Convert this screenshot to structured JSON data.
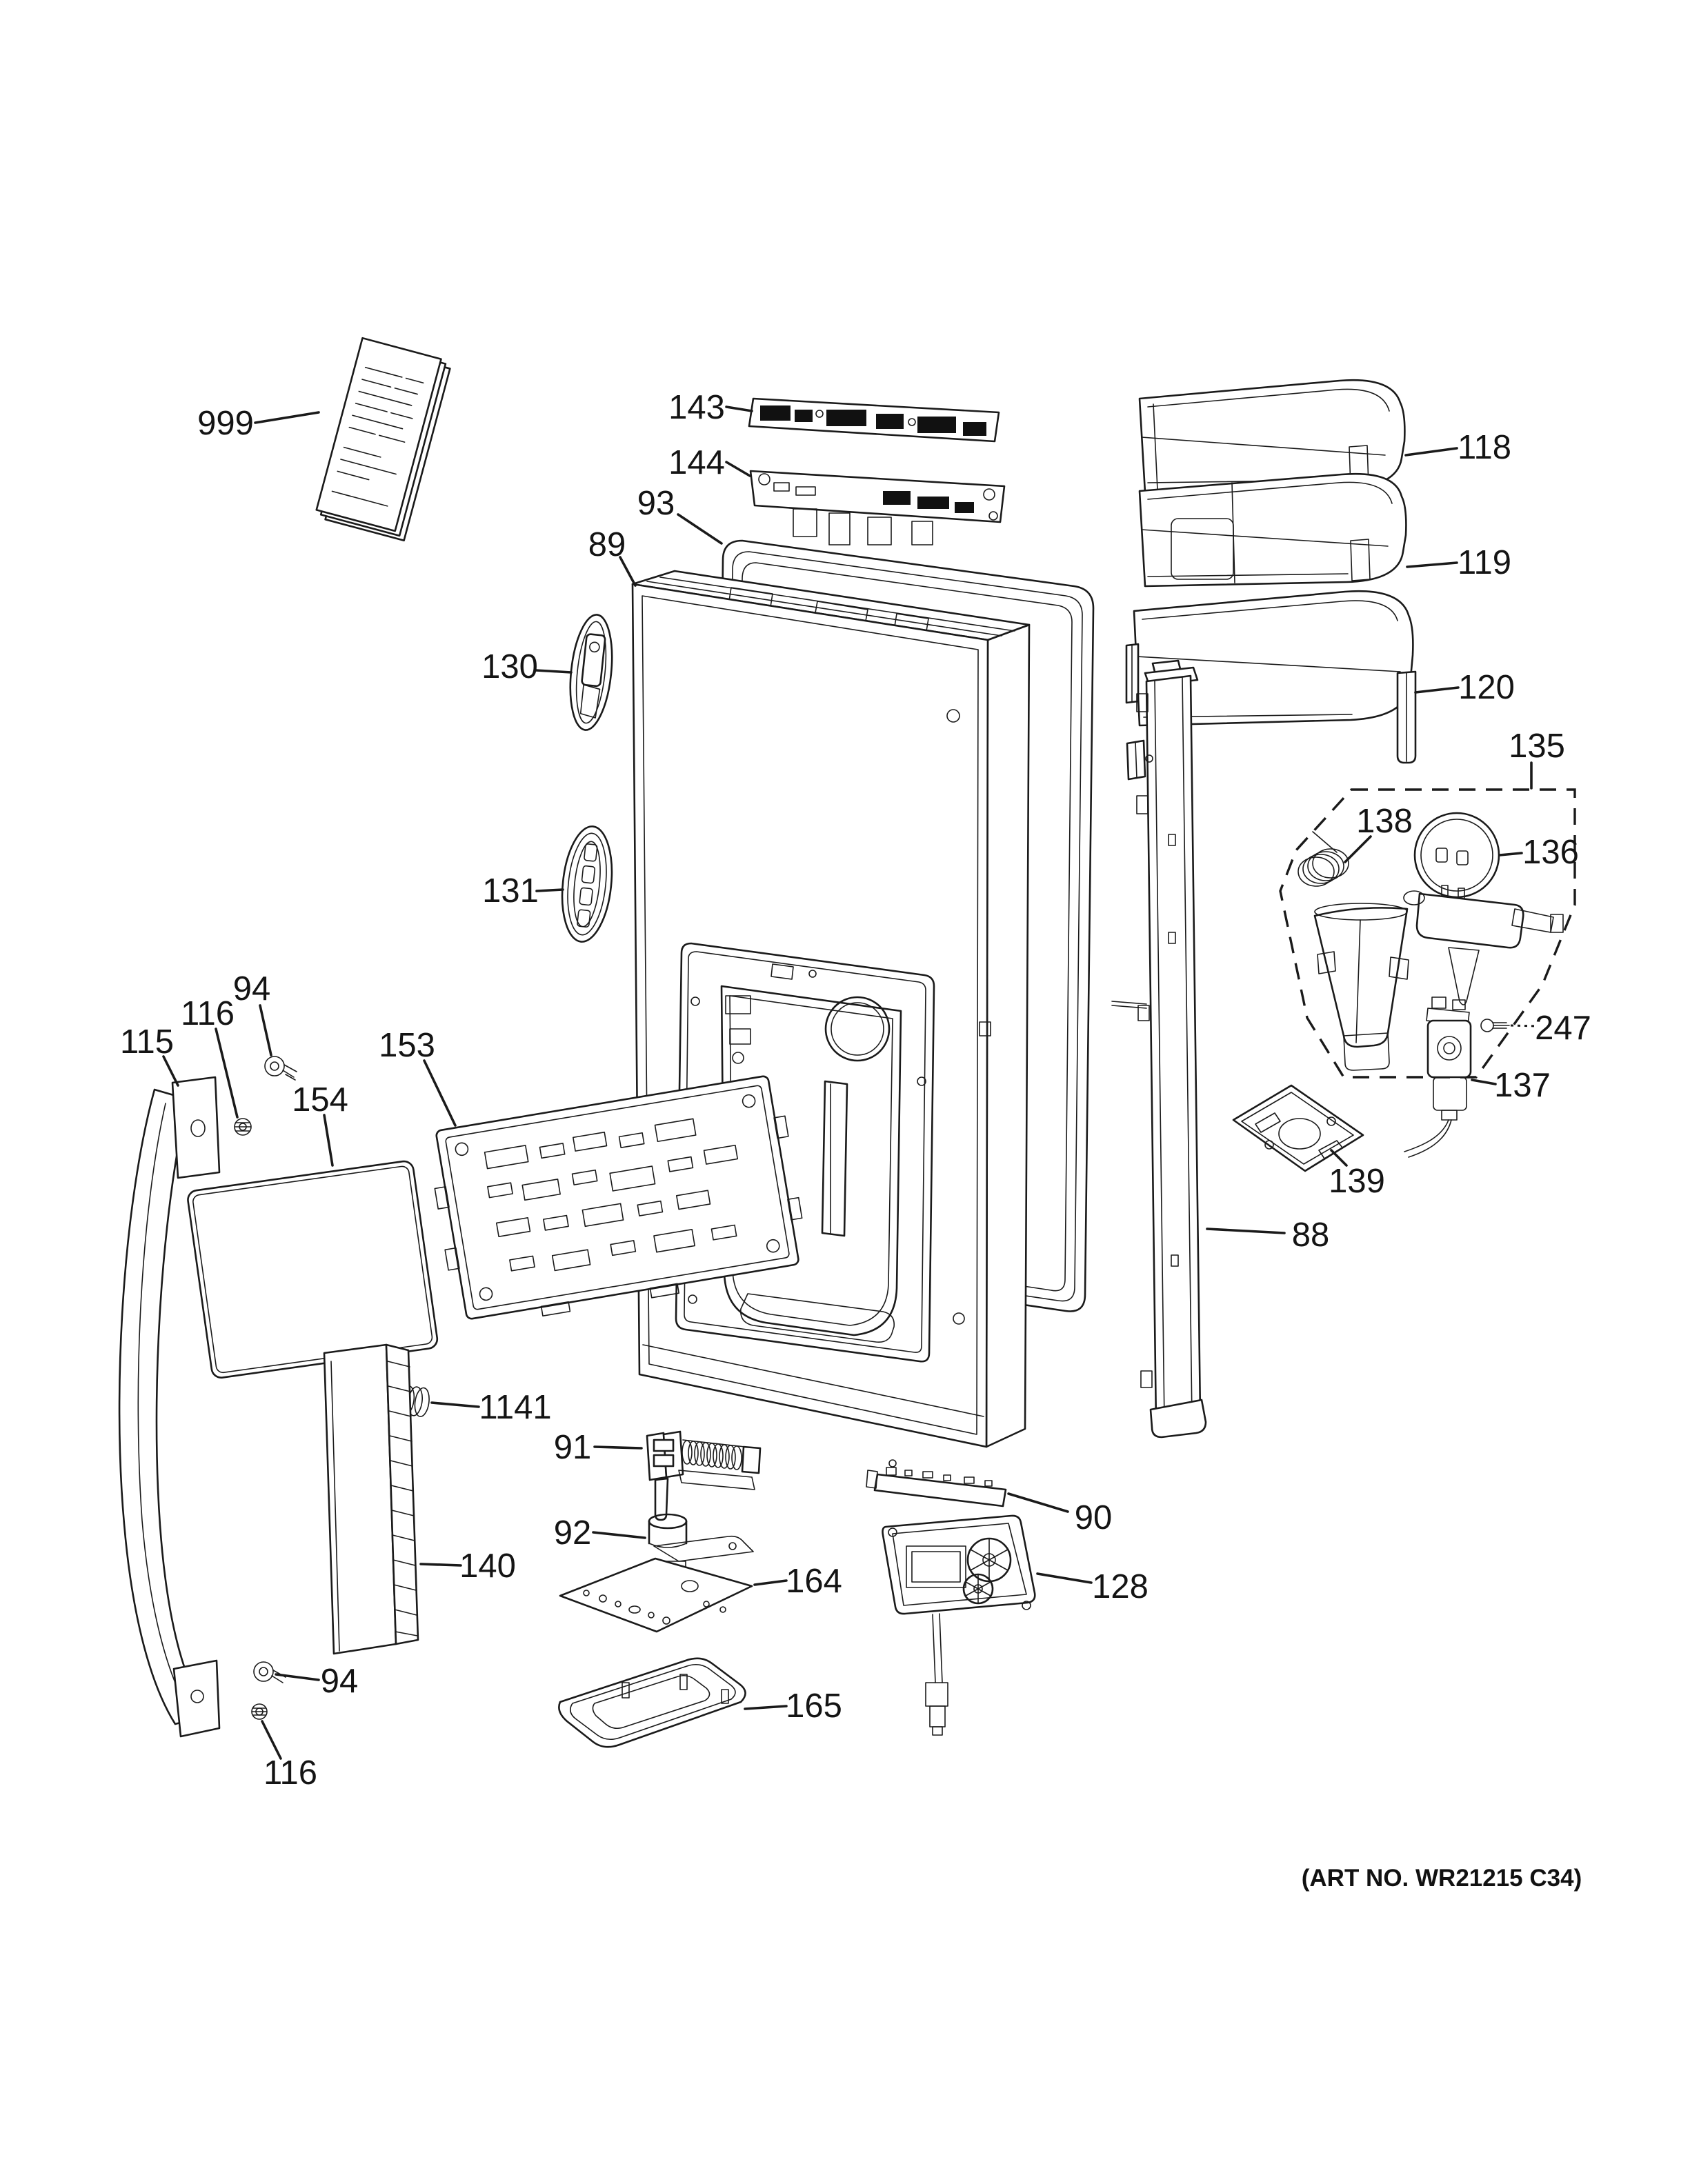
{
  "figure": {
    "type": "exploded-parts-diagram",
    "art_no": "(ART NO. WR21215 C34)"
  },
  "callouts": {
    "manual": "999",
    "decal": "143",
    "display_board": "144",
    "gasket": "93",
    "door_panel": "89",
    "handle_mount": "130",
    "dispenser_plug": "131",
    "bin_upper": "118",
    "bin_middle": "119",
    "bin_lower": "120",
    "dispenser_assembly": "135",
    "dispenser_spring": "138",
    "dispenser_module": "136",
    "dispenser_screw": "247",
    "water_valve": "137",
    "dispenser_plate": "139",
    "flipper_rail": "88",
    "handle": "115",
    "handle_nut_upper": "116",
    "handle_screw_upper": "94",
    "main_board": "153",
    "display_panel": "154",
    "small_spring": "1141",
    "trim_panel": "140",
    "hinge_assembly": "91",
    "hinge_bushing": "92",
    "dispenser_overlay": "164",
    "drip_tray": "165",
    "gear_motor": "128",
    "led_board": "90",
    "handle_screw_lower": "94",
    "handle_nut_lower": "116"
  }
}
